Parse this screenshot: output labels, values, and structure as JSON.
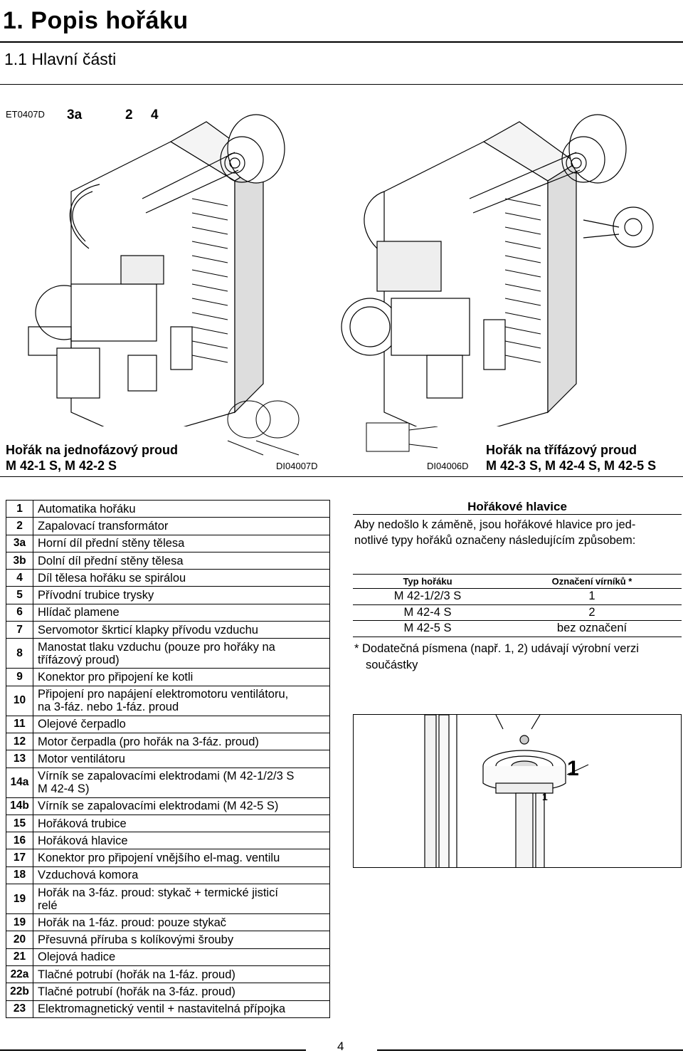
{
  "page": {
    "title": "1.  Popis hořáku",
    "subtitle": "1.1  Hlavní části",
    "page_number": "4"
  },
  "figure": {
    "code_main": "ET0407D",
    "callouts": [
      "3a",
      "2",
      "4"
    ],
    "caption_left_line1": "Hořák na jednofázový proud",
    "caption_left_line2": "M 42-1 S, M 42-2 S",
    "code_left": "DI04007D",
    "code_right": "DI04006D",
    "caption_right_line1": "Hořák na třífázový proud",
    "caption_right_line2": "M 42-3 S, M 42-4 S, M 42-5 S"
  },
  "parts": [
    {
      "num": "1",
      "desc": "Automatika hořáku"
    },
    {
      "num": "2",
      "desc": "Zapalovací transformátor"
    },
    {
      "num": "3a",
      "desc": "Horní díl přední stěny tělesa"
    },
    {
      "num": "3b",
      "desc": "Dolní díl přední stěny tělesa"
    },
    {
      "num": "4",
      "desc": "Díl tělesa hořáku se spirálou"
    },
    {
      "num": "5",
      "desc": "Přívodní trubice trysky"
    },
    {
      "num": "6",
      "desc": "Hlídač plamene"
    },
    {
      "num": "7",
      "desc": "Servomotor škrticí klapky přívodu vzduchu"
    },
    {
      "num": "8",
      "desc_1": "Manostat tlaku vzduchu (pouze pro hořáky na",
      "desc_2": "třífázový proud)"
    },
    {
      "num": "9",
      "desc": "Konektor pro připojení ke kotli"
    },
    {
      "num": "10",
      "desc_1": "Připojení pro napájení elektromotoru ventilátoru,",
      "desc_2": "na 3-fáz. nebo 1-fáz. proud"
    },
    {
      "num": "11",
      "desc": "Olejové čerpadlo"
    },
    {
      "num": "12",
      "desc": "Motor čerpadla (pro hořák na 3-fáz. proud)"
    },
    {
      "num": "13",
      "desc": "Motor ventilátoru"
    },
    {
      "num": "14a",
      "desc_1": "Vírník se zapalovacími elektrodami (M 42-1/2/3 S",
      "desc_2": "M 42-4 S)"
    },
    {
      "num": "14b",
      "desc": "Vírník se zapalovacími elektrodami (M 42-5 S)"
    },
    {
      "num": "15",
      "desc": "Hořáková trubice"
    },
    {
      "num": "16",
      "desc": "Hořáková hlavice"
    },
    {
      "num": "17",
      "desc": "Konektor pro připojení vnějšího el-mag. ventilu"
    },
    {
      "num": "18",
      "desc": "Vzduchová komora"
    },
    {
      "num": "19",
      "desc_1": "Hořák na 3-fáz. proud: stykač + termické jisticí",
      "desc_2": "relé"
    },
    {
      "num": "19",
      "desc": "Hořák na 1-fáz. proud: pouze stykač"
    },
    {
      "num": "20",
      "desc": "Přesuvná příruba s kolíkovými šrouby"
    },
    {
      "num": "21",
      "desc": "Olejová hadice"
    },
    {
      "num": "22a",
      "desc": "Tlačné potrubí (hořák na 1-fáz. proud)"
    },
    {
      "num": "22b",
      "desc": "Tlačné potrubí (hořák na 3-fáz. proud)"
    },
    {
      "num": "23",
      "desc": "Elektromagnetický ventil + nastavitelná přípojka"
    }
  ],
  "burner_heads": {
    "title": "Hořákové hlavice",
    "text_1": "Aby nedošlo k záměně, jsou hořákové hlavice pro jed-",
    "text_2": "notlivé typy hořáků označeny následujícím způsobem:",
    "col_type": "Typ hořáku",
    "col_mark": "Označení vírníků *",
    "rows": [
      {
        "type": "M 42-1/2/3 S",
        "mark": "1"
      },
      {
        "type": "M 42-4 S",
        "mark": "2"
      },
      {
        "type": "M 42-5 S",
        "mark": "bez označení"
      }
    ],
    "footnote_1": "* Dodatečná písmena (např. 1, 2) udávají výrobní verzi",
    "footnote_2": "součástky",
    "photo_label": "1",
    "photo_small_label": "1"
  }
}
